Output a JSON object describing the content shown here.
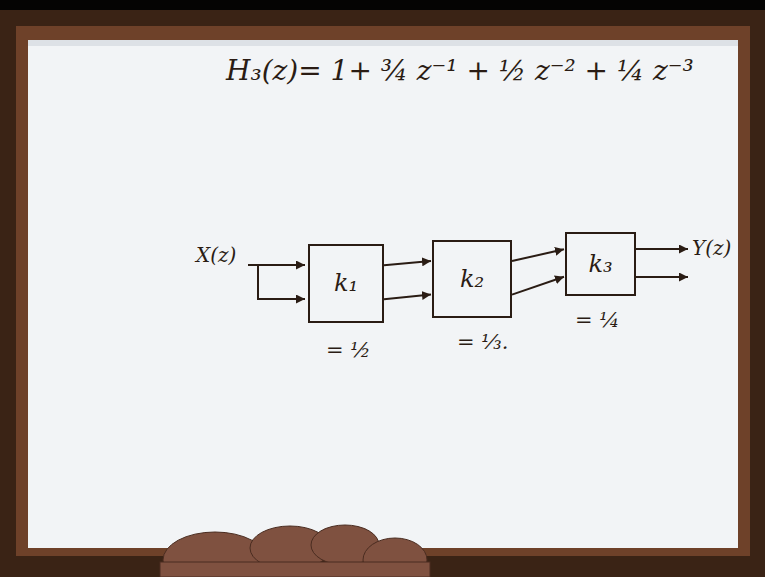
{
  "diagram": {
    "title": "H₃(z)= 1+ ¾ z⁻¹ + ½ z⁻² + ¼ z⁻³",
    "nodes": [
      {
        "text": [
          "k₁"
        ]
      },
      {
        "text": [
          "k₂"
        ]
      },
      {
        "text": [
          "k₃"
        ]
      }
    ],
    "edges": [
      {
        "from": 0,
        "to": 1,
        "arrow": "to"
      },
      {
        "from": 0,
        "to": 1,
        "arrow": "to"
      },
      {
        "from": 1,
        "to": 2,
        "arrow": "to"
      },
      {
        "from": 1,
        "to": 2,
        "arrow": "to"
      }
    ],
    "labels": [
      "X(z)",
      "Y(z)",
      "= ½",
      "= ⅓.",
      "= ¼"
    ]
  }
}
